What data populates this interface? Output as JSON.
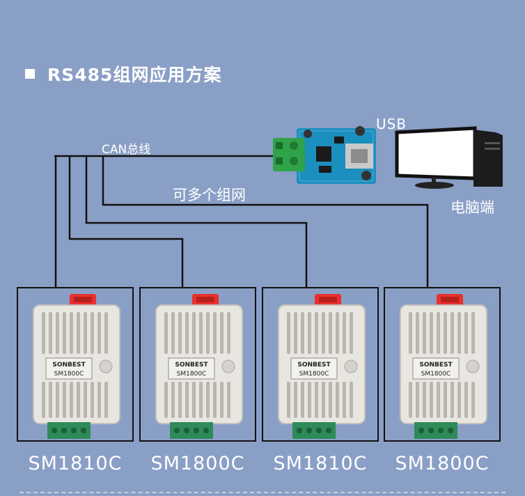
{
  "title": "RS485组网应用方案",
  "bus_label": "CAN总线",
  "group_label": "可多个组网",
  "usb_label": "USB",
  "pc_label": "电脑端",
  "device_brand": "SONBEST",
  "devices": [
    {
      "model_tag": "SM1800C",
      "caption": "SM1810C"
    },
    {
      "model_tag": "SM1800C",
      "caption": "SM1800C"
    },
    {
      "model_tag": "SM1800C",
      "caption": "SM1810C"
    },
    {
      "model_tag": "SM1800C",
      "caption": "SM1800C"
    }
  ]
}
